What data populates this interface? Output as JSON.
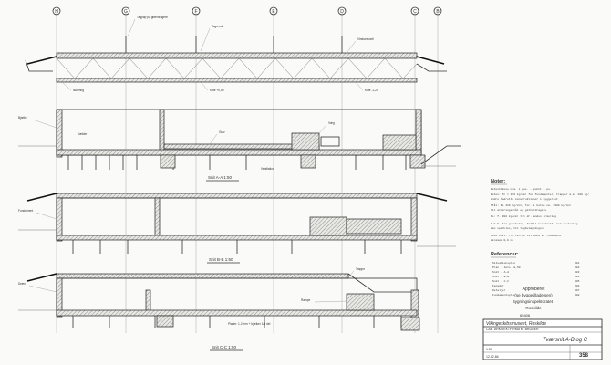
{
  "grid_labels": [
    "H",
    "G",
    "F",
    "E",
    "D",
    "C",
    "B"
  ],
  "sections": [
    {
      "label": "Snit A-A  1:50"
    },
    {
      "label": "Snit B-B  1:50"
    },
    {
      "label": "Snit C-C  1:50"
    }
  ],
  "notes": {
    "heading": "Noter:",
    "lines": [
      "Betonklasse m.m. i pos. - punkt i ps.",
      "Beton: fc = 150 kg/cm² for fundamenter, trapper m.m. 160 kg/",
      "Andre lodrette konstruktioner i byggeriet",
      "Stål: Ks 410 kg/cm², Tor. i beton ca. 3000 kg/cm²",
      "til armeringsstål og gitterdragere",
      "Ks: f. 300 kg/cm² til dr. anden armering",
      "",
      "F.E.S. til gulvbelæg. Indtil konstrukt. med isolering",
      "kan sparkles, til tagbelægningen",
      "",
      "Kote inkl. fra terræn til bund af fundament",
      "minimum 0,9 m."
    ]
  },
  "references": {
    "heading": "Referencer:",
    "rows": [
      {
        "text": "Situationsplan",
        "code": "301"
      },
      {
        "text": "Plan - kote +0,50",
        "code": "302"
      },
      {
        "text": "Snit - A-A",
        "code": "303"
      },
      {
        "text": "Snit - B-B",
        "code": "304"
      },
      {
        "text": "Snit - C-C",
        "code": "305"
      },
      {
        "text": "Facader",
        "code": "306"
      },
      {
        "text": "Detaljer",
        "code": "307"
      },
      {
        "text": "Fundamentsplan",
        "code": "308"
      }
    ]
  },
  "stamp": {
    "lines": [
      "Approberet",
      "(se byggetilladelsen)",
      "Bygningsinspektoratet i",
      "Roskilde"
    ],
    "code": "65406"
  },
  "title_block": {
    "project": "Vikingeskibsmuseet, Roskilde",
    "office": "CAB. ARKITEKTFIRMA M. BRÜGER",
    "sheet_title": "Tværsnit A-B og C",
    "scale": "1:50",
    "drawing_no": "358",
    "date": "12.12.66"
  },
  "labels": {
    "roof_note": "Tagpap på gitterdragere",
    "gutter": "Tagrende",
    "window": "Vinduesparti",
    "insulation": "Isolering",
    "level_a": "Kote +0,50",
    "level_b": "Kote -1,20",
    "cellar": "Kælder",
    "floor": "Gulv",
    "wall": "Væg",
    "beam": "Bjælke",
    "ventilation": "Ventilation",
    "foundation": "Fundament",
    "drain": "Dræn",
    "stair": "Trappe",
    "ramp": "Rampe",
    "bottom_note": "Plader: 1-2 mm + bjælker 1/3 del"
  }
}
